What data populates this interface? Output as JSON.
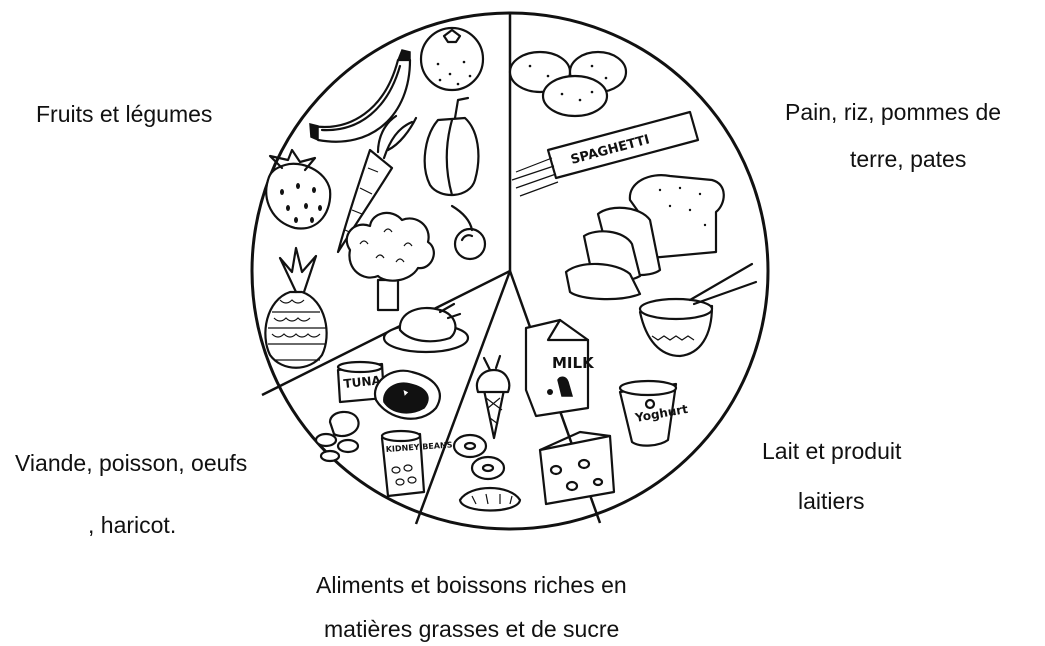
{
  "sections": {
    "fruits": {
      "label": "Fruits et légumes",
      "icons": [
        "banana-icon",
        "orange-icon",
        "pepper-icon",
        "strawberry-icon",
        "carrot-icon",
        "cherry-icon",
        "pineapple-icon",
        "broccoli-icon"
      ]
    },
    "starch": {
      "label_line1": "Pain, riz, pommes de",
      "label_line2": "terre, pates",
      "icons": [
        "potato-icon",
        "spaghetti-pack-icon",
        "bread-loaf-icon",
        "rice-bowl-icon"
      ],
      "spaghetti_text": "SPAGHETTI"
    },
    "dairy": {
      "label_line1": "Lait et produit",
      "label_line2": "laitiers",
      "icons": [
        "milk-carton-icon",
        "yoghurt-icon",
        "cheese-icon"
      ],
      "milk_text": "MILK",
      "yoghurt_text": "Yoghurt"
    },
    "sweets": {
      "label_line1": "Aliments et boissons riches en",
      "label_line2": "matières grasses et de sucre",
      "icons": [
        "ice-cream-icon",
        "donut-icon",
        "pie-icon"
      ]
    },
    "protein": {
      "label_line1": "Viande, poisson, oeufs",
      "label_line2": ", haricot.",
      "icons": [
        "roast-chicken-icon",
        "tuna-can-icon",
        "steak-icon",
        "nuts-icon",
        "beans-can-icon"
      ],
      "tuna_text": "TUNA",
      "beans_text": "KIDNEY BEANS"
    }
  },
  "colors": {
    "line": "#111111",
    "background": "#ffffff"
  }
}
